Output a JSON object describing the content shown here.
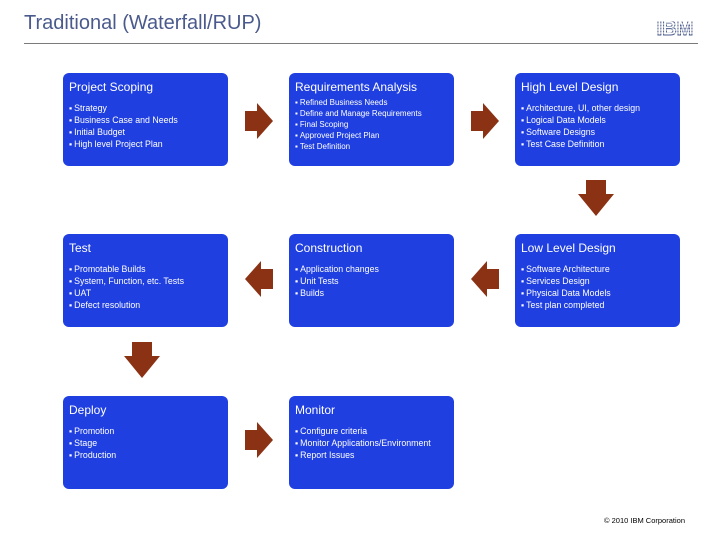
{
  "slide": {
    "title": "Traditional (Waterfall/RUP)",
    "logo": "IBM",
    "copyright": "© 2010 IBM Corporation"
  },
  "colors": {
    "box": "#1f3fe0",
    "arrow": "#8b3214",
    "title": "#4a5a8c"
  },
  "boxes": [
    {
      "title": "Project Scoping",
      "items": [
        "Strategy",
        "Business Case and Needs",
        "Initial Budget",
        "High level Project Plan"
      ]
    },
    {
      "title": "Requirements Analysis",
      "items": [
        "Refined Business Needs",
        "Define and Manage Requirements",
        "Final Scoping",
        "Approved Project Plan",
        "Test Definition"
      ]
    },
    {
      "title": "High Level Design",
      "items": [
        "Architecture, UI, other design",
        "Logical Data Models",
        "Software Designs",
        "Test Case Definition"
      ]
    },
    {
      "title": "Test",
      "items": [
        "Promotable Builds",
        "System, Function, etc. Tests",
        "UAT",
        "Defect resolution"
      ]
    },
    {
      "title": "Construction",
      "items": [
        "Application changes",
        "Unit Tests",
        "Builds"
      ]
    },
    {
      "title": "Low Level Design",
      "items": [
        "Software Architecture",
        "Services Design",
        "Physical Data Models",
        "Test plan completed"
      ]
    },
    {
      "title": "Deploy",
      "items": [
        "Promotion",
        "Stage",
        "Production"
      ]
    },
    {
      "title": "Monitor",
      "items": [
        "Configure criteria",
        "Monitor Applications/Environment",
        "Report Issues"
      ]
    }
  ]
}
